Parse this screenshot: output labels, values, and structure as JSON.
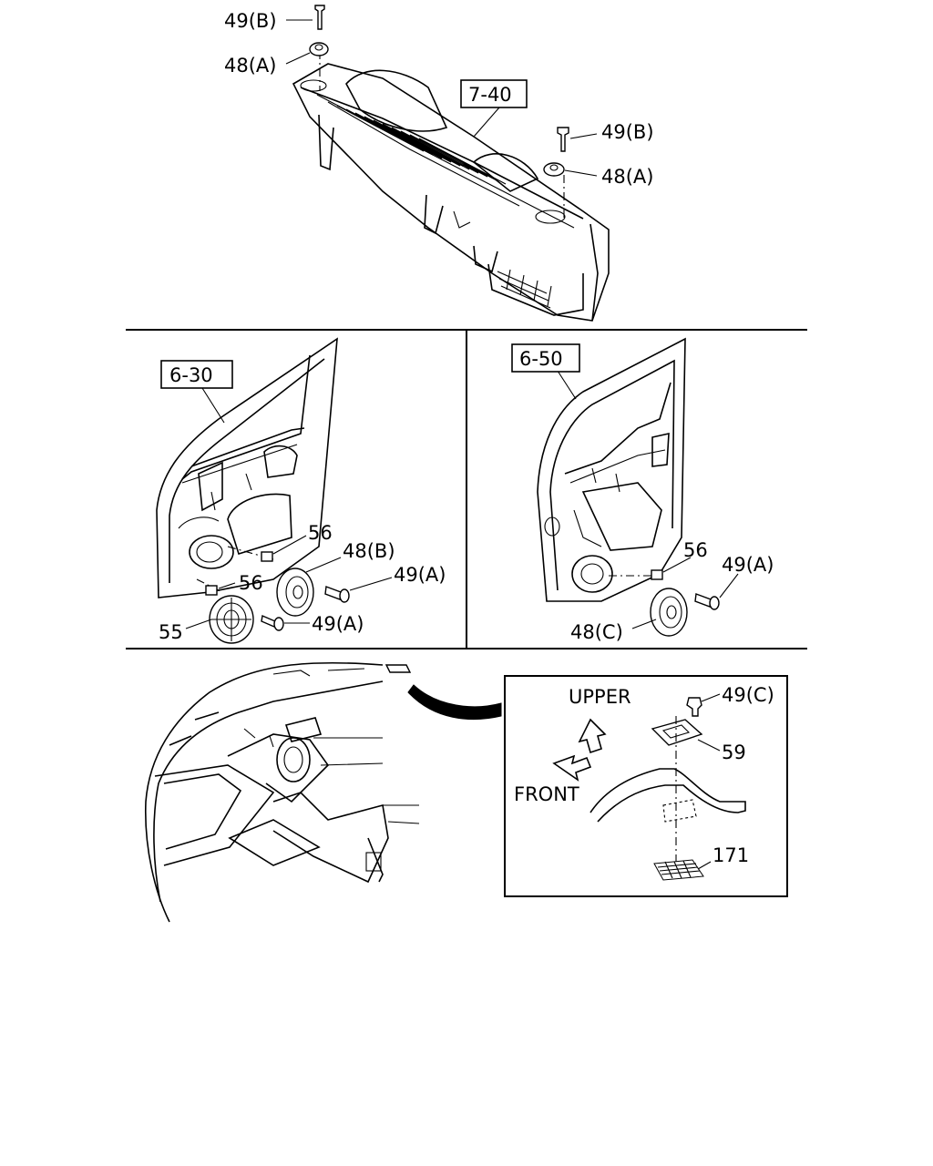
{
  "callouts": {
    "top_bolt_left": "49(B)",
    "top_clip_left": "48(A)",
    "section_top_ref": "7-40",
    "top_bolt_right": "49(B)",
    "top_clip_right": "48(A)",
    "section_front_door_ref": "6-30",
    "front_door_grommet": "56",
    "front_door_speaker": "48(B)",
    "front_door_grommet_2": "56",
    "front_door_screw": "49(A)",
    "front_door_screw_2": "49(A)",
    "front_door_cover": "55",
    "section_rear_door_ref": "6-50",
    "rear_door_grommet": "56",
    "rear_door_screw": "49(A)",
    "rear_door_speaker": "48(C)",
    "detail_screw": "49(C)",
    "detail_bracket": "59",
    "detail_pad": "171"
  },
  "detail": {
    "upper_label": "UPPER",
    "front_label": "FRONT"
  }
}
